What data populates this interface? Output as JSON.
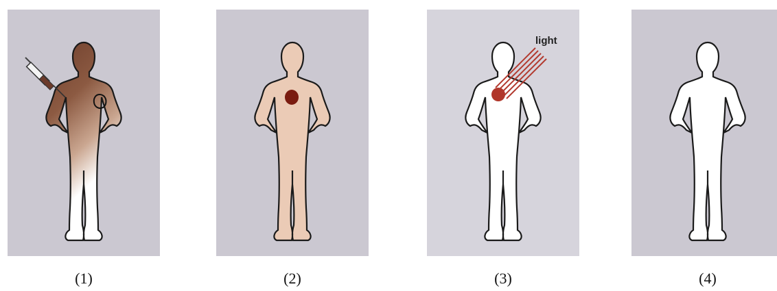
{
  "panels": [
    {
      "caption": "(1)"
    },
    {
      "caption": "(2)"
    },
    {
      "caption": "(3)",
      "label": "light"
    },
    {
      "caption": "(4)"
    }
  ],
  "colors": {
    "background_dark": "#cbc8d1",
    "background_light": "#d6d4dc",
    "agent_brown": "#7a4a36",
    "body_tint": "#ebcbb6",
    "tumor": "#7a1c10",
    "light_beam": "#b23a2f",
    "outline": "#1a1a1a"
  }
}
